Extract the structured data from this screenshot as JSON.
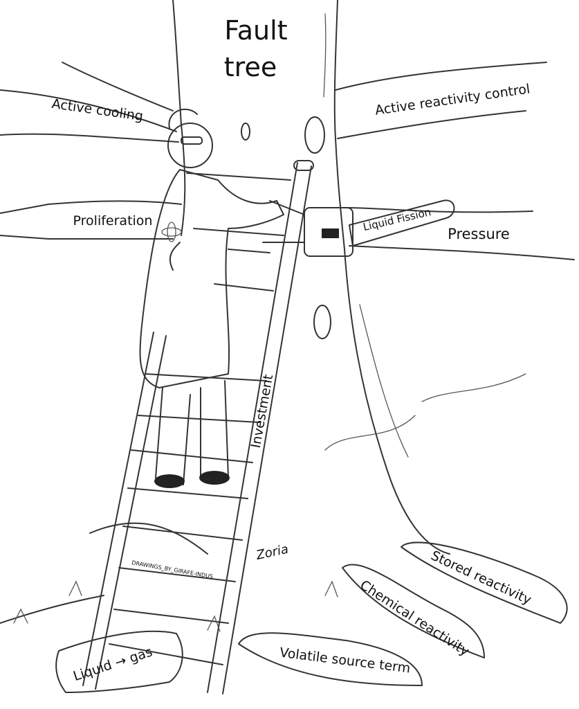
{
  "title": {
    "line1": "Fault",
    "line2": "tree"
  },
  "labels": {
    "active_cooling": "Active cooling",
    "active_reactivity_control": "Active reactivity control",
    "proliferation": "Proliferation",
    "liquid_fission": "Liquid Fission",
    "pressure": "Pressure",
    "investment": "Investment",
    "stored_reactivity": "Stored reactivity",
    "chemical_reactivity": "Chemical reactivity",
    "volatile_source_term": "Volatile source term",
    "liquid_to_gas": "Liquid → gas"
  },
  "credits": {
    "watermark": "DRAWINGS_BY_GIRAFE-INDUS",
    "signature": "Zoria"
  }
}
